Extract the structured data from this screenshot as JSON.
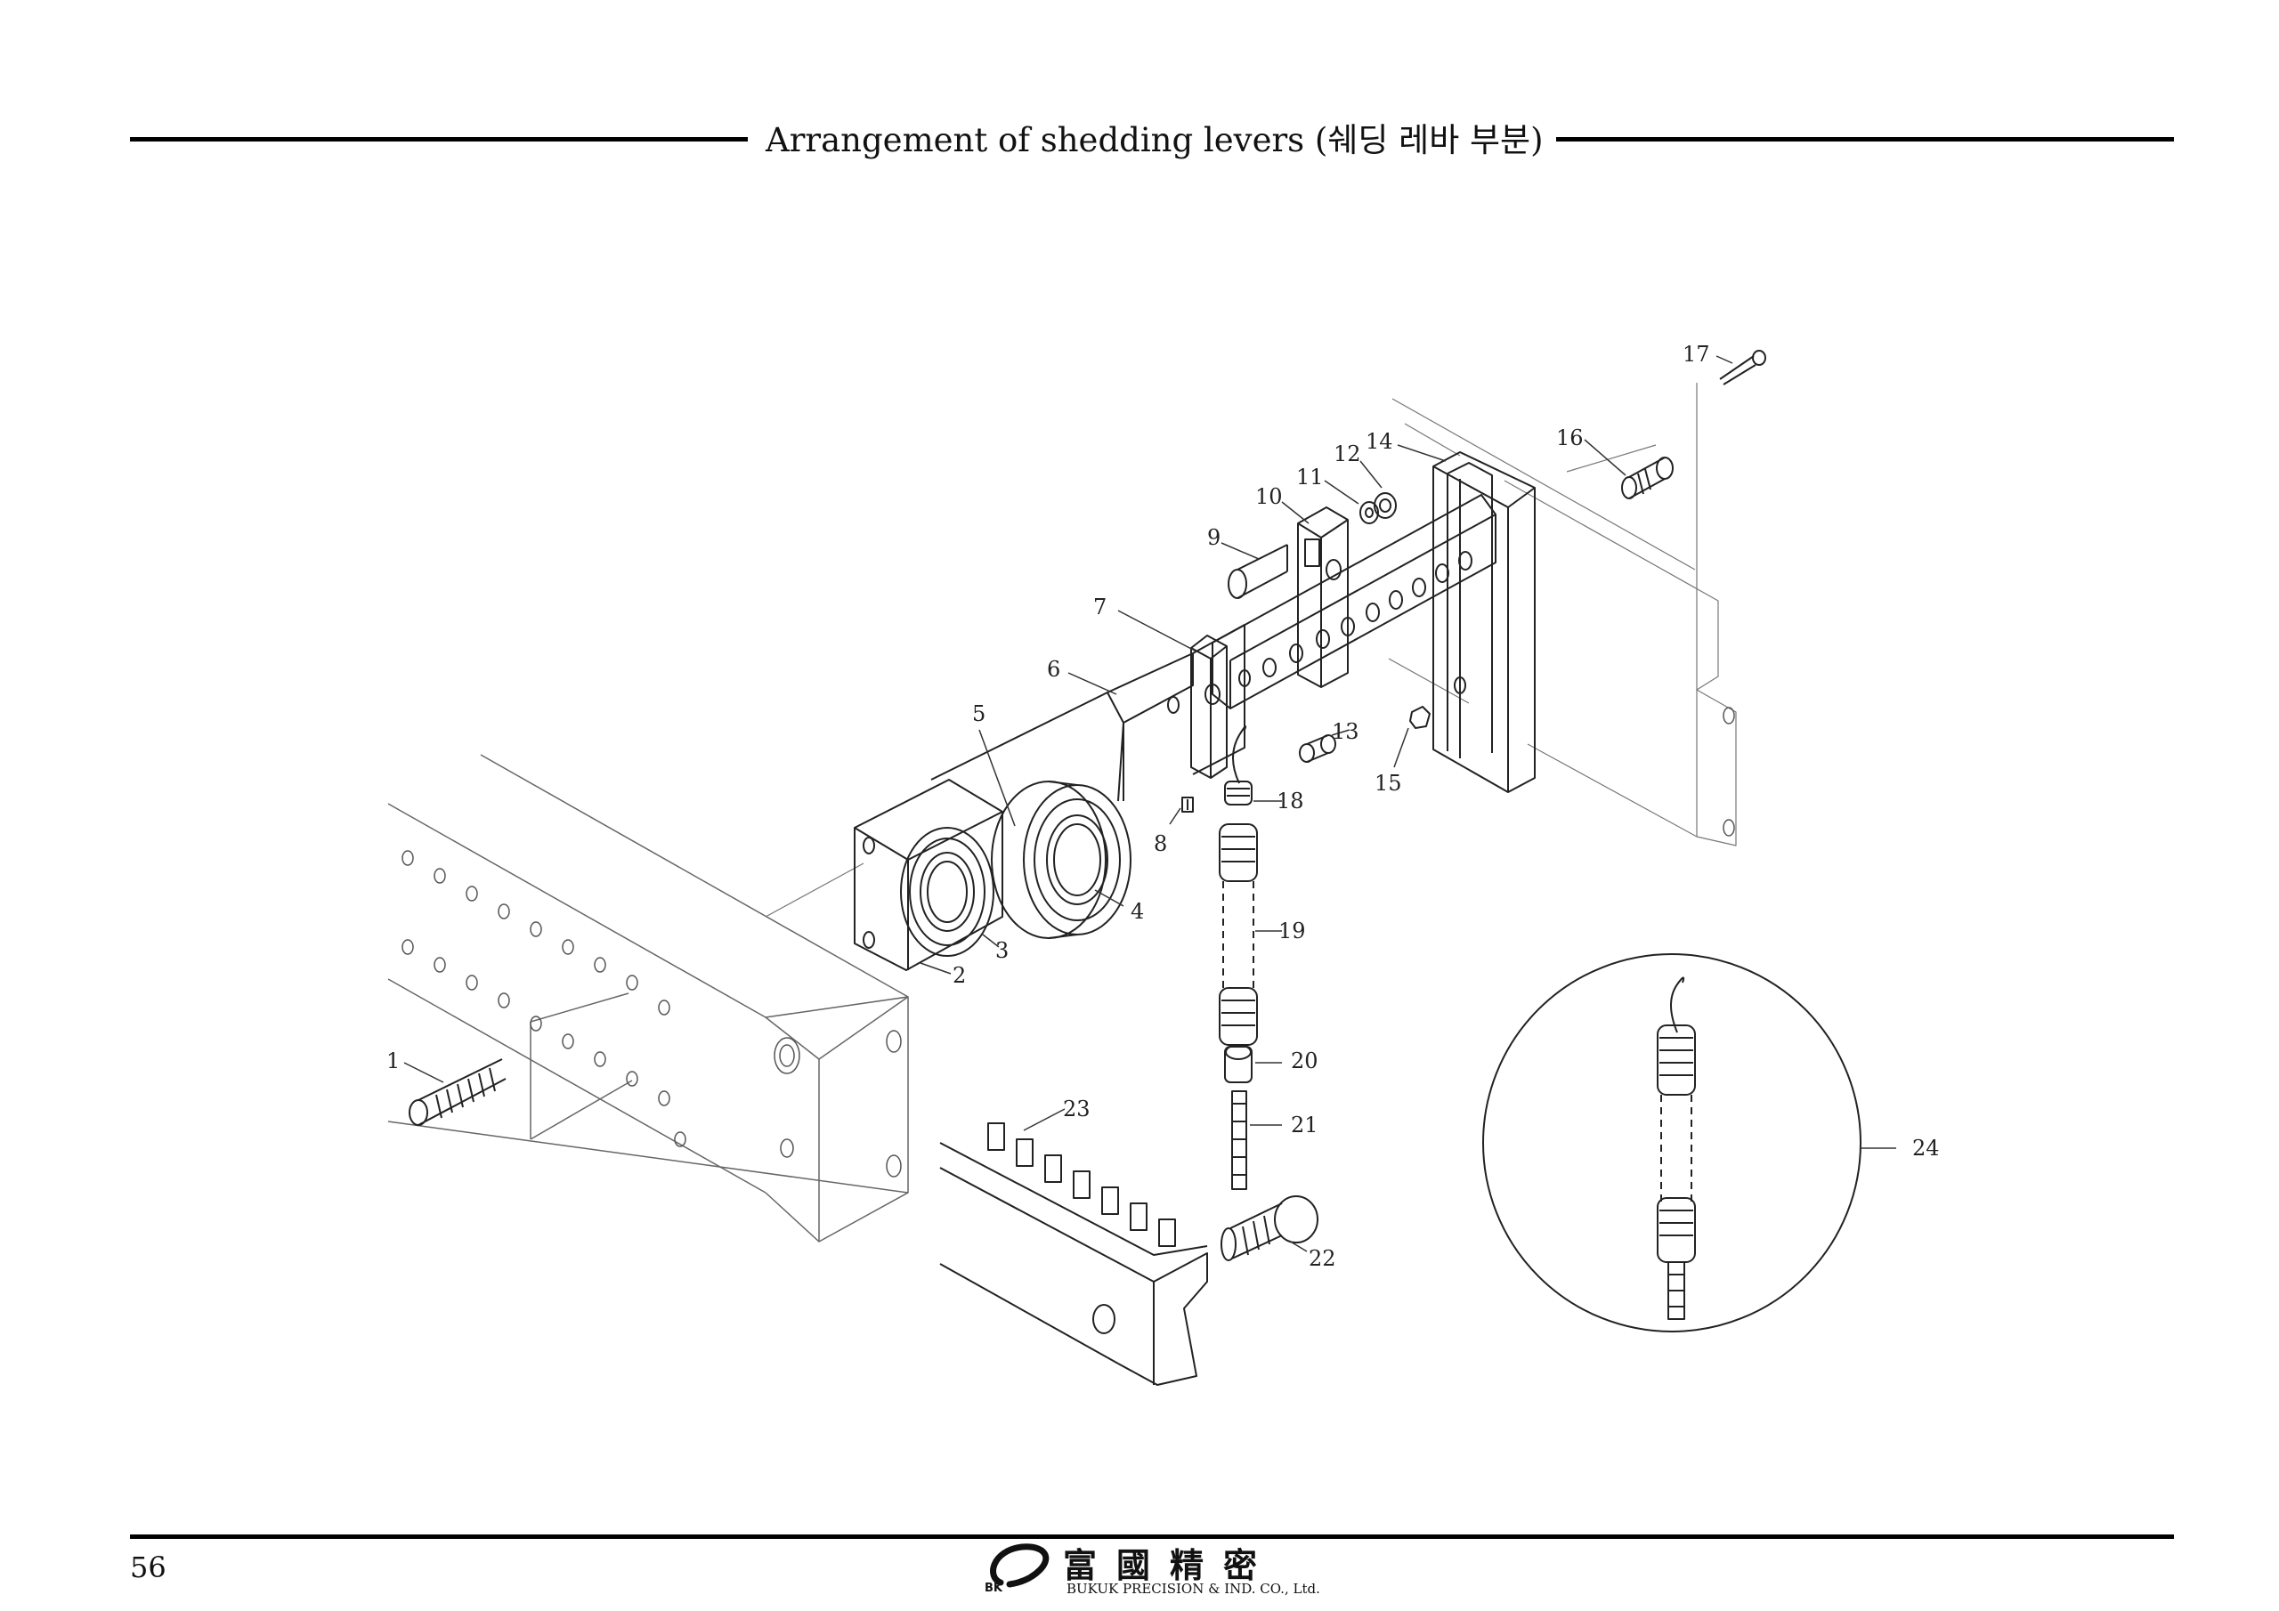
{
  "header": {
    "title": "Arrangement of shedding levers (쉐딩 레바 부분)"
  },
  "footer": {
    "page_number": "56",
    "brand_hanja": "富國精密",
    "brand_name": "BUKUK PRECISION & IND. CO., Ltd.",
    "logo_letters": "BK"
  },
  "callouts": {
    "c1": "1",
    "c2": "2",
    "c3": "3",
    "c4": "4",
    "c5": "5",
    "c6": "6",
    "c7": "7",
    "c8": "8",
    "c9": "9",
    "c10": "10",
    "c11": "11",
    "c12": "12",
    "c13": "13",
    "c14": "14",
    "c15": "15",
    "c16": "16",
    "c17": "17",
    "c18": "18",
    "c19": "19",
    "c20": "20",
    "c21": "21",
    "c22": "22",
    "c23": "23",
    "c24": "24"
  }
}
